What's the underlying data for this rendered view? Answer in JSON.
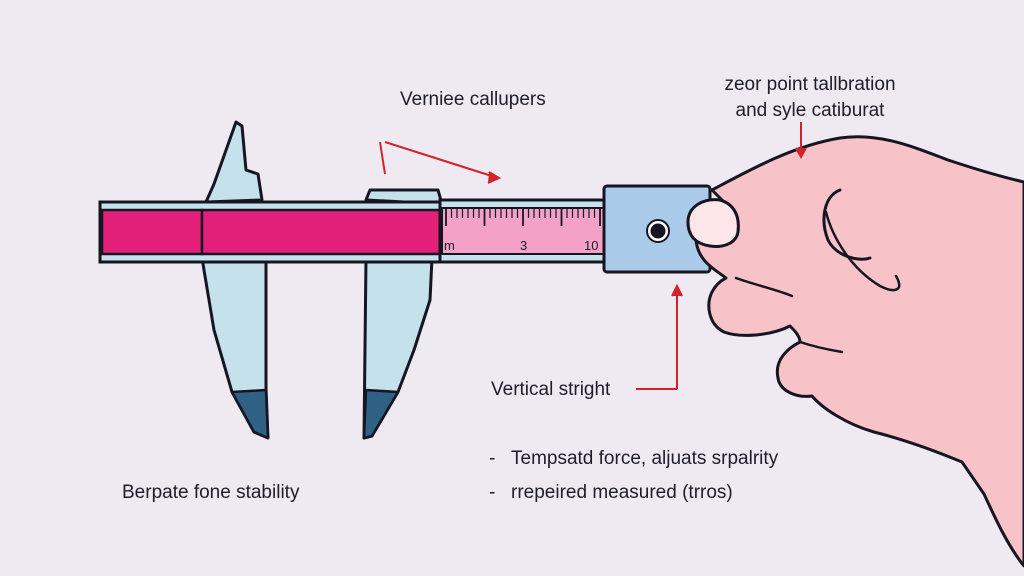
{
  "labels": {
    "title": "Verniee callupers",
    "zero_point_line1": "zeor point tallbration",
    "zero_point_line2": "and syle catiburat",
    "vertical": "Vertical stright",
    "stability": "Berpate fone stability"
  },
  "notes": [
    "Tempsatd force, aljuats srpalrity",
    "rrepeired measured (trros)"
  ],
  "bullet_marker": "-",
  "scale": {
    "marks": [
      "m",
      "3",
      "10"
    ]
  },
  "colors": {
    "background": "#efe9f1",
    "beam": "#e21f79",
    "scale_band": "#f3a1c7",
    "jaw": "#c5e1ec",
    "jaw_tip": "#2f6185",
    "slider": "#a9cbe9",
    "hand": "#f8c3c8",
    "arrow": "#d2232a",
    "outline": "#161622"
  },
  "icons": {
    "hand": "hand-illustration",
    "thumb_screw": "thumb-screw-icon"
  }
}
